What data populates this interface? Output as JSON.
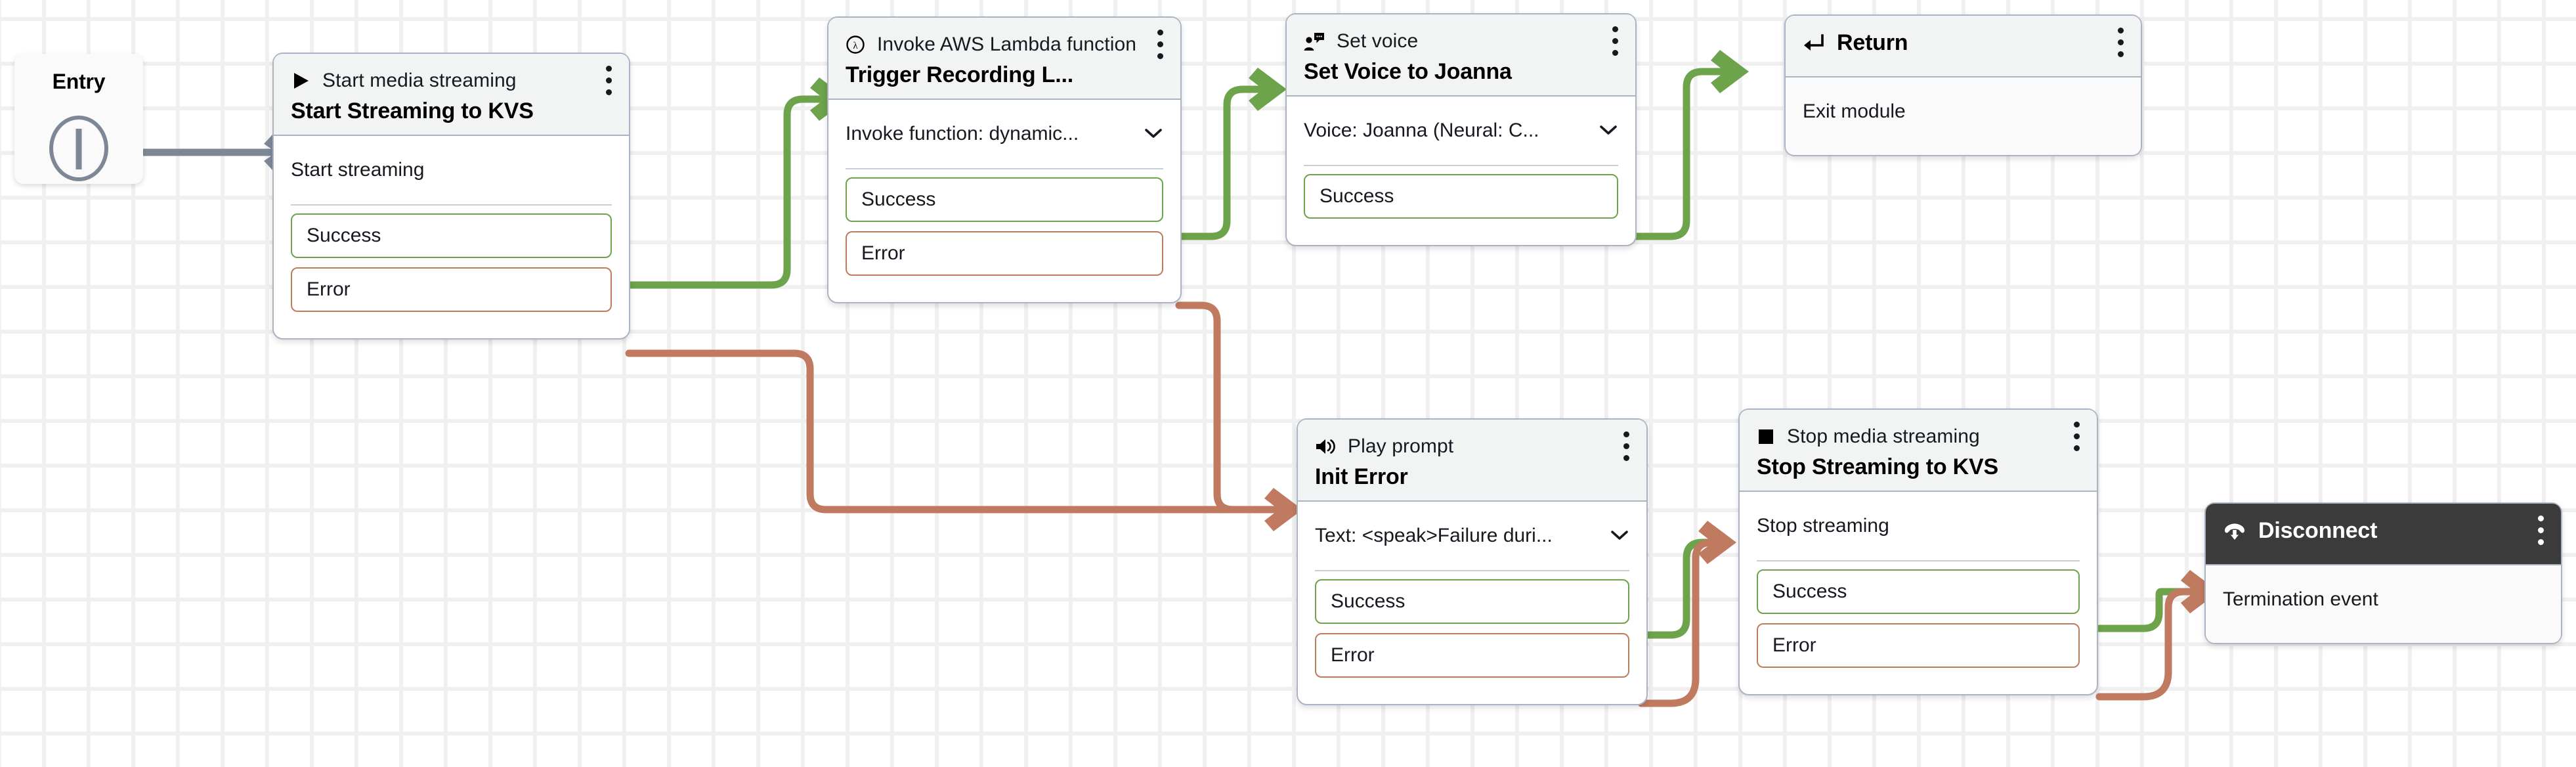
{
  "canvas": {
    "background_color": "#ffffff",
    "grid_color": "#f0f0f0"
  },
  "colors": {
    "success_green": "#6ca34b",
    "error_orange": "#c07a5f",
    "entry_gray": "#7d8795",
    "node_border": "#aab3c2",
    "header_bg": "#f2f3f3",
    "dark_header_bg": "#3b3b3b"
  },
  "entry": {
    "label": "Entry",
    "icon": "entry-circle-icon"
  },
  "nodes": [
    {
      "id": "start-streaming",
      "icon": "play-triangle-icon",
      "type_label": "Start media streaming",
      "title": "Start Streaming to KVS",
      "body_label": "Start streaming",
      "has_chevron": false,
      "ports": [
        {
          "label": "Success",
          "kind": "success"
        },
        {
          "label": "Error",
          "kind": "error"
        }
      ]
    },
    {
      "id": "trigger-recording-lambda",
      "icon": "aws-lambda-icon",
      "type_label": "Invoke AWS Lambda function",
      "title": "Trigger Recording L...",
      "body_label": "Invoke function: dynamic...",
      "has_chevron": true,
      "ports": [
        {
          "label": "Success",
          "kind": "success"
        },
        {
          "label": "Error",
          "kind": "error"
        }
      ]
    },
    {
      "id": "set-voice-joanna",
      "icon": "set-voice-icon",
      "type_label": "Set voice",
      "title": "Set Voice to Joanna",
      "body_label": "Voice: Joanna (Neural: C...",
      "has_chevron": true,
      "ports": [
        {
          "label": "Success",
          "kind": "success"
        }
      ]
    },
    {
      "id": "return",
      "icon": "return-arrow-icon",
      "type_label": "Return",
      "title": "",
      "body_label": "Exit module",
      "has_chevron": false,
      "ports": []
    },
    {
      "id": "init-error",
      "icon": "speaker-icon",
      "type_label": "Play prompt",
      "title": "Init Error",
      "body_label": "Text: <speak>Failure duri...",
      "has_chevron": true,
      "ports": [
        {
          "label": "Success",
          "kind": "success"
        },
        {
          "label": "Error",
          "kind": "error"
        }
      ]
    },
    {
      "id": "stop-streaming",
      "icon": "stop-square-icon",
      "type_label": "Stop media streaming",
      "title": "Stop Streaming to KVS",
      "body_label": "Stop streaming",
      "has_chevron": false,
      "ports": [
        {
          "label": "Success",
          "kind": "success"
        },
        {
          "label": "Error",
          "kind": "error"
        }
      ]
    },
    {
      "id": "disconnect",
      "icon": "hang-up-phone-icon",
      "type_label": "Disconnect",
      "title": "",
      "body_label": "Termination event",
      "has_chevron": false,
      "ports": []
    }
  ]
}
